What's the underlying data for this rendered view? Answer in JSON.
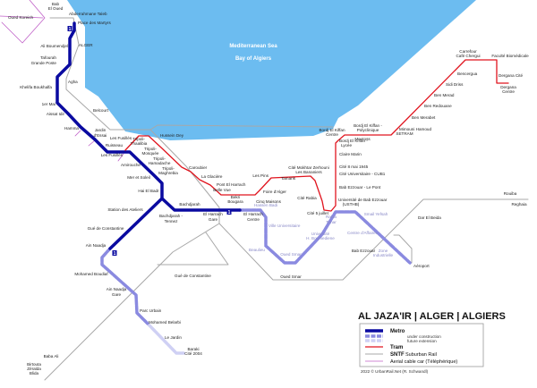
{
  "colors": {
    "sea": "#6cbcf0",
    "metro": "#0a0aa0",
    "metro_construction": "#8a8ae0",
    "metro_future": "#cfd0f4",
    "tram": "#e0141e",
    "rail": "#a8a8a8",
    "cable": "#c060c8"
  },
  "water_labels": [
    "Mediterranean Sea",
    "Bay of Algiers"
  ],
  "line_badge": "1",
  "metro_stations": [
    "Abderrahmane Taleb",
    "Place des Martyrs",
    "Ali Boumendjel",
    "Tafourah",
    "Grande Poste",
    "Khelifa Boukhalfa",
    "1er Mai",
    "Aissat Idir",
    "Hamma",
    "Jardin",
    "d'Essai",
    "Ruisseau",
    "Les Fusillés",
    "Amirouche",
    "Mer et Soleil",
    "Hai El Badr",
    "Station des Ateliers",
    "Gué de Constantine",
    "Ain Naadja",
    "Bachdjarah -",
    "Tennez",
    "Bachdjarah",
    "El Harrach",
    "Gare",
    "El Harrach",
    "Centre"
  ],
  "metro_construction_stations": [
    "Mohamed Boudiaf",
    "Ain Naadja",
    "Gare",
    "Parc Urbain",
    "Mohamed Belarbi",
    "Hassen Badi",
    "Ville Universitaire",
    "Beaulieu",
    "Oued Smar",
    "Université",
    "H. Boumediene",
    "Rabia",
    "Tahar",
    "Smail Yefsah",
    "Centre d'Affaires",
    "Zone",
    "Industrielle"
  ],
  "metro_future_stations": [
    "Le Jardin",
    "Baraki",
    "Cité 2004"
  ],
  "tram_stations": [
    "Les Fusillés",
    "Tripoli-",
    "Thaalibia",
    "Tripoli-",
    "Mosquée",
    "Tripoli-",
    "Hamadache",
    "Tripoli-",
    "Maghrebia",
    "Caroubier",
    "La Glacière",
    "Pont El Harrach",
    "Belle Vue",
    "Bekri",
    "Bougara",
    "Cinq Maisons",
    "Foire d'Alger",
    "Les Pins",
    "Tamaris",
    "Cité Mokhtar Zerhouni",
    "Les Bananiers",
    "Cité Rabia",
    "Cité 5 juillet",
    "Université de Bab Ezzouar",
    "(USTHB)",
    "Bab Ezzouar - Le Pont",
    "Cité Universitaire - CUB1",
    "Cité 8 mai 1945",
    "Claire Marin",
    "Bordj El Kiffan -",
    "Lycée",
    "Bordj El Kiffan",
    "Centre",
    "Bordj El Kiffan -",
    "Polyclinique",
    "Moutoss",
    "Mimouni Hamoud",
    "SETRAM",
    "Ben Merabet",
    "Ben Redouane",
    "Ben Merad",
    "Sidi Driss",
    "Bencergua",
    "Carrefour",
    "Café Chergui",
    "Faculté Biomédicale",
    "Dergana Cité",
    "Dergana",
    "Centre"
  ],
  "rail_stations": [
    "Bab",
    "El Oued",
    "Oued Koreich",
    "ALGER",
    "Agha",
    "Belcourt",
    "Hussein Dey",
    "Gué de Constantine",
    "Baba Ali",
    "Birtouta",
    "Zéralda",
    "Blida",
    "Oued Smar",
    "Bab Ezzouar",
    "Dar El Beida",
    "Aéroport",
    "Rouiba",
    "Reghaia"
  ],
  "title": "AL JAZA'IR  |  ALGER  |  ALGIERS",
  "legend": {
    "metro": "Metro",
    "under_construction": "under construction",
    "future_extension": "future extension",
    "tram": "Tram",
    "sntf": "SNTF",
    "suburban_rail": "Suburban Rail",
    "cable": "Aerial cable car  (Téléphérique)"
  },
  "credit": "2022 © UrbanRail.Net (R. Schwandl)"
}
